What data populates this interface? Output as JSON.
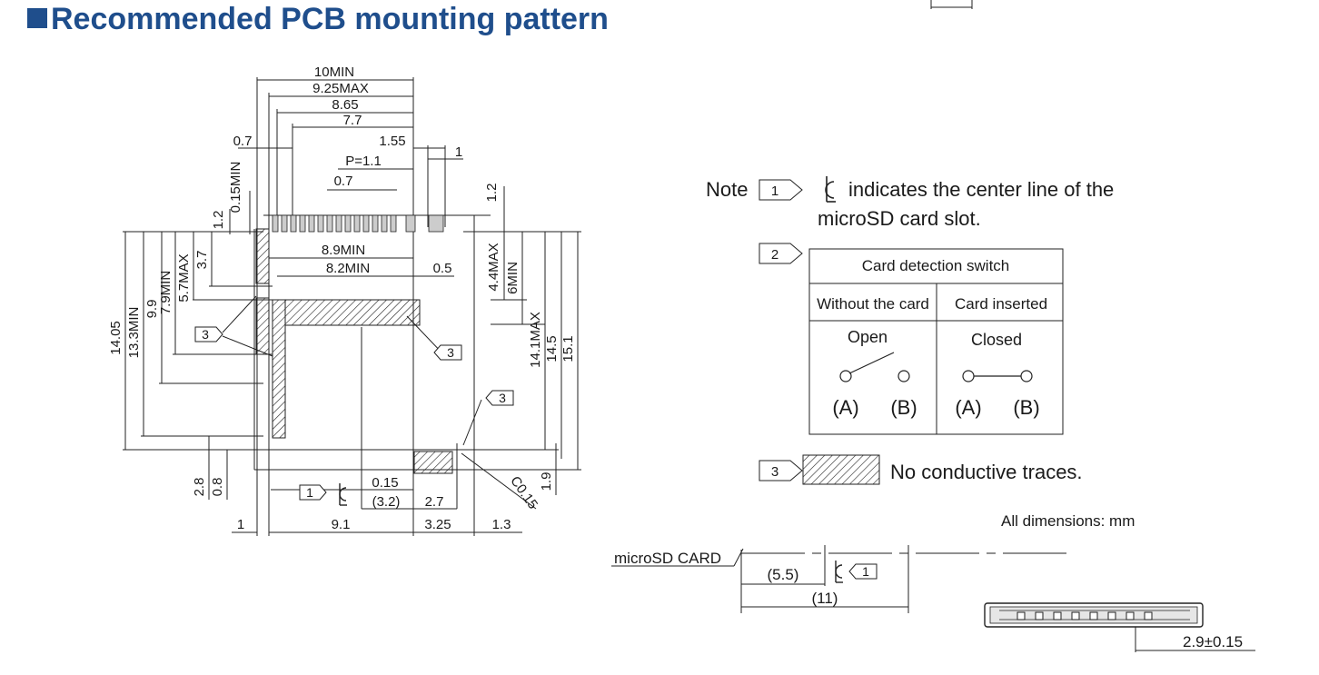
{
  "title": "Recommended PCB mounting pattern",
  "top_dims": [
    "10MIN",
    "9.25MAX",
    "8.65",
    "7.7",
    "0.7",
    "1.55",
    "P=1.1",
    "1",
    "0.7",
    "1.2"
  ],
  "left_dims": [
    "0.15MIN",
    "1.2",
    "3.7",
    "5.7MAX",
    "7.9MIN",
    "9.9",
    "13.3MIN",
    "14.05",
    "2.8",
    "0.8"
  ],
  "inner_dims": [
    "8.9MIN",
    "8.2MIN",
    "0.5"
  ],
  "right_dims": [
    "4.4MAX",
    "6MIN",
    "14.1MAX",
    "14.5",
    "15.1",
    "1.9"
  ],
  "bottom_dims": [
    "0.15",
    "(3.2)",
    "2.7",
    "1",
    "9.1",
    "3.25",
    "1.3",
    "C0.15"
  ],
  "callouts": {
    "n1": "1",
    "n2": "2",
    "n3": "3"
  },
  "note": {
    "label": "Note",
    "line1": "indicates the center line of the",
    "line2": "microSD card slot.",
    "switch_title": "Card detection switch",
    "col1": "Without the card",
    "col2": "Card inserted",
    "state1": "Open",
    "state2": "Closed",
    "a": "(A)",
    "b": "(B)",
    "no_traces": "No conductive traces."
  },
  "units_note": "All dimensions: mm",
  "side_view": {
    "label": "microSD CARD",
    "d1": "(5.5)",
    "d2": "(11)",
    "height": "2.9±0.15"
  }
}
